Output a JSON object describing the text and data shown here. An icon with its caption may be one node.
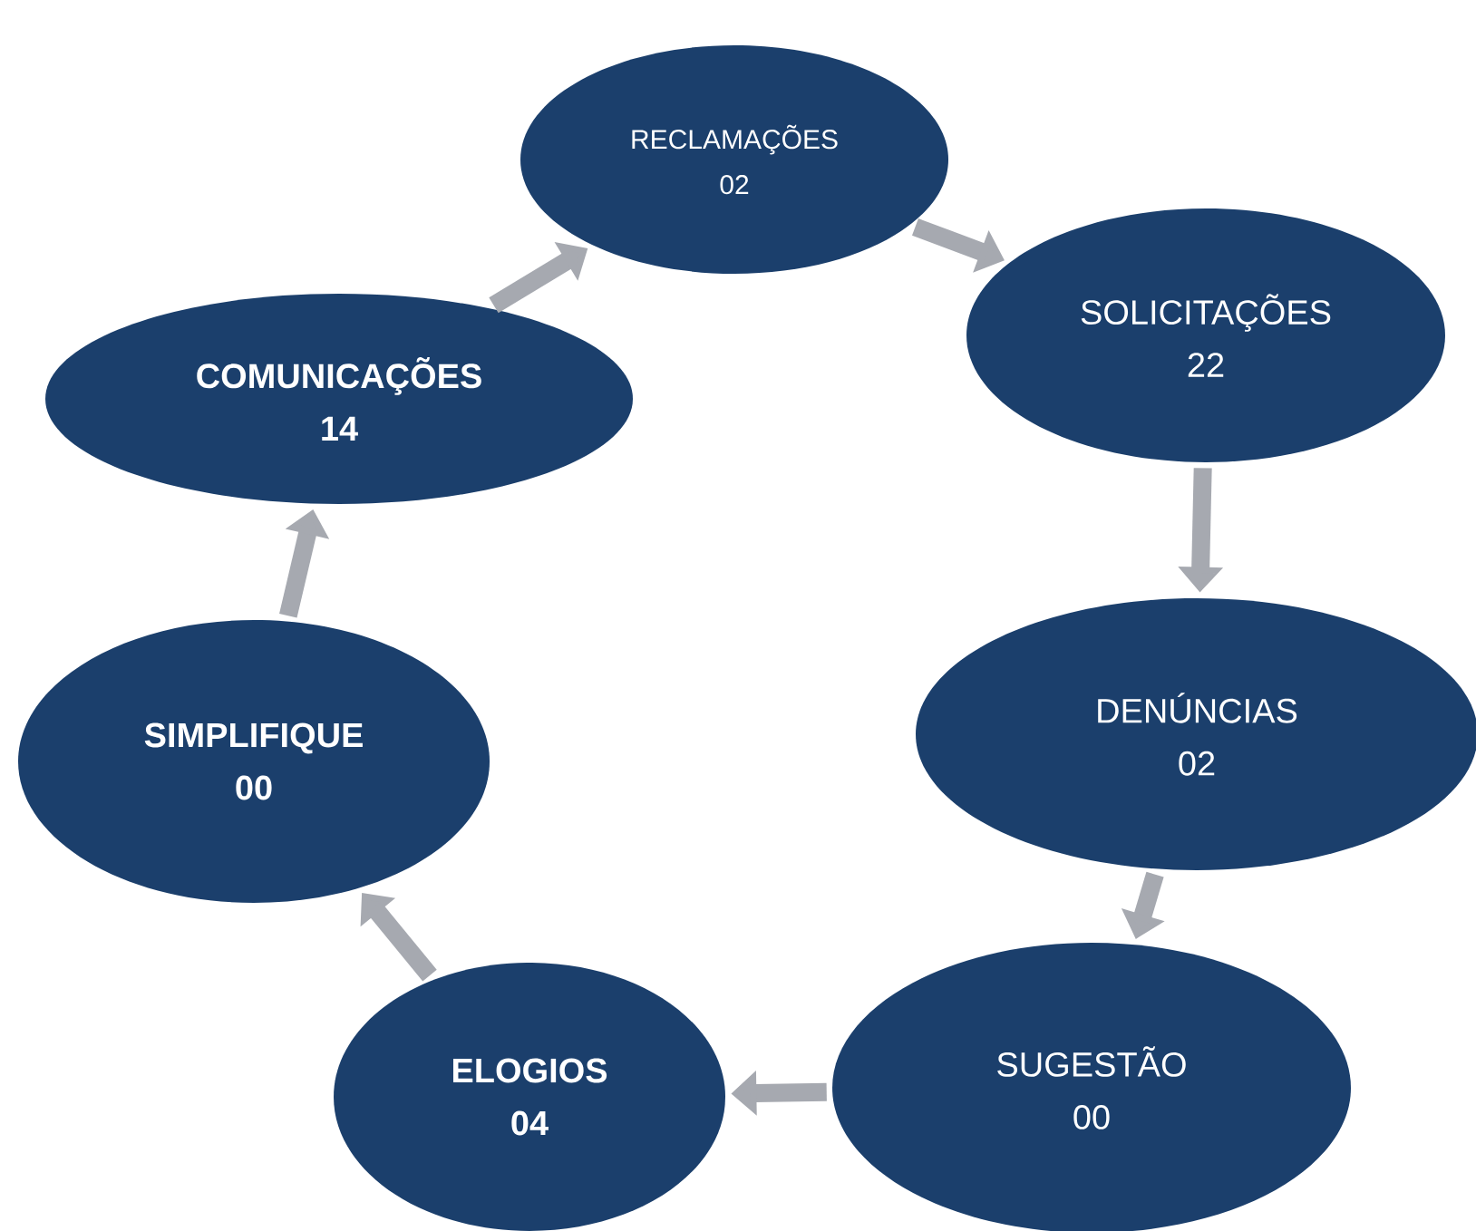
{
  "diagram": {
    "nodes": [
      {
        "text": [
          "RECLAMAÇÕES",
          "02"
        ]
      },
      {
        "text": [
          "SOLICITAÇÕES",
          "22"
        ]
      },
      {
        "text": [
          "DENÚNCIAS",
          "02"
        ]
      },
      {
        "text": [
          "SUGESTÃO",
          "00"
        ]
      },
      {
        "text": [
          "ELOGIOS",
          "04"
        ]
      },
      {
        "text": [
          "SIMPLIFIQUE",
          "00"
        ]
      },
      {
        "text": [
          "COMUNICAÇÕES",
          "14"
        ]
      }
    ],
    "edges": [
      {
        "from": 0,
        "to": 1,
        "arrow": "to"
      },
      {
        "from": 1,
        "to": 2,
        "arrow": "to"
      },
      {
        "from": 2,
        "to": 3,
        "arrow": "to"
      },
      {
        "from": 3,
        "to": 4,
        "arrow": "to"
      },
      {
        "from": 4,
        "to": 5,
        "arrow": "to"
      },
      {
        "from": 5,
        "to": 6,
        "arrow": "to"
      },
      {
        "from": 6,
        "to": 0,
        "arrow": "to"
      }
    ]
  }
}
